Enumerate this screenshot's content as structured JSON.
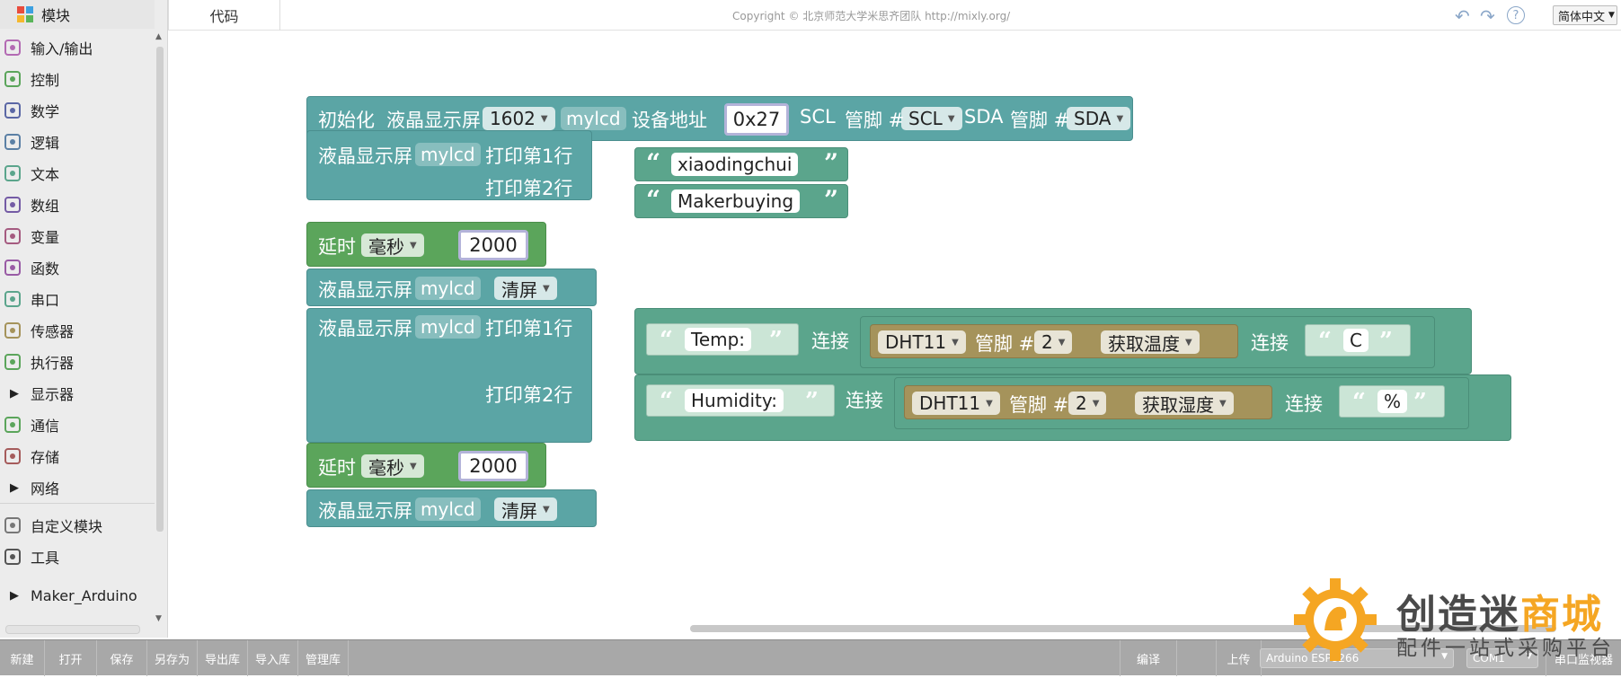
{
  "topbar": {
    "code_tab": "代码",
    "copyright": "Copyright © 北京师范大学米思齐团队 http://mixly.org/",
    "language": "简体中文"
  },
  "sidebar": {
    "title": "模块",
    "items": [
      {
        "label": "输入/输出",
        "icon": "io-icon",
        "color": "#b36ab3"
      },
      {
        "label": "控制",
        "icon": "control-icon",
        "color": "#5ba55b"
      },
      {
        "label": "数学",
        "icon": "math-icon",
        "color": "#5b67a5"
      },
      {
        "label": "逻辑",
        "icon": "logic-icon",
        "color": "#5b80a5"
      },
      {
        "label": "文本",
        "icon": "text-icon",
        "color": "#5ba58c"
      },
      {
        "label": "数组",
        "icon": "array-icon",
        "color": "#745ba5"
      },
      {
        "label": "变量",
        "icon": "variable-icon",
        "color": "#a55b80"
      },
      {
        "label": "函数",
        "icon": "function-icon",
        "color": "#995ba5"
      },
      {
        "label": "串口",
        "icon": "serial-icon",
        "color": "#5ba58c"
      },
      {
        "label": "传感器",
        "icon": "sensor-icon",
        "color": "#a5935b"
      },
      {
        "label": "执行器",
        "icon": "actuator-icon",
        "color": "#5ba55b"
      },
      {
        "label": "显示器",
        "icon": "expand-icon",
        "color": "#222222"
      },
      {
        "label": "通信",
        "icon": "comm-icon",
        "color": "#5ba55b"
      },
      {
        "label": "存储",
        "icon": "storage-icon",
        "color": "#a55b5b"
      },
      {
        "label": "网络",
        "icon": "expand-icon",
        "color": "#222222"
      },
      {
        "label": "自定义模块",
        "icon": "custom-icon",
        "color": "#777777"
      },
      {
        "label": "工具",
        "icon": "tools-icon",
        "color": "#555555"
      },
      {
        "label": "Maker_Arduino",
        "icon": "expand-icon",
        "color": "#222222"
      }
    ]
  },
  "blocks": {
    "init": {
      "label1": "初始化",
      "label2": "液晶显示屏",
      "model": "1602",
      "name": "mylcd",
      "addr_label": "设备地址",
      "addr": "0x27",
      "scl": "SCL",
      "pin_label": "管脚 #",
      "scl_val": "SCL",
      "sda": "SDA",
      "sda_val": "SDA"
    },
    "print1": {
      "label": "液晶显示屏",
      "name": "mylcd",
      "row1": "打印第1行",
      "row2": "打印第2行",
      "text1": "xiaodingchui",
      "text2": "Makerbuying"
    },
    "delay1": {
      "label": "延时",
      "unit": "毫秒",
      "value": "2000"
    },
    "clear1": {
      "label": "液晶显示屏",
      "name": "mylcd",
      "action": "清屏"
    },
    "print2": {
      "label": "液晶显示屏",
      "name": "mylcd",
      "row1": "打印第1行",
      "row2": "打印第2行",
      "concat": "连接",
      "line1": {
        "text": "Temp:",
        "sensor": "DHT11",
        "pin_label": "管脚 #",
        "pin": "2",
        "op": "获取温度",
        "suffix": "C"
      },
      "line2": {
        "text": "Humidity:",
        "sensor": "DHT11",
        "pin_label": "管脚 #",
        "pin": "2",
        "op": "获取湿度",
        "suffix": "%"
      }
    },
    "delay2": {
      "label": "延时",
      "unit": "毫秒",
      "value": "2000"
    },
    "clear2": {
      "label": "液晶显示屏",
      "name": "mylcd",
      "action": "清屏"
    }
  },
  "bottombar": {
    "new": "新建",
    "open": "打开",
    "save": "保存",
    "save_as": "另存为",
    "export_lib": "导出库",
    "import_lib": "导入库",
    "manage_lib": "管理库",
    "compile": "编译",
    "upload": "上传",
    "board": "Arduino ESP8266",
    "port": "COM1",
    "serial_monitor": "串口监视器"
  },
  "watermark": {
    "brand_dark": "创造迷",
    "brand_highlight": "商城",
    "tagline": "配件一站式采购平台"
  },
  "colors": {
    "lcd_block": "#5ba5a5",
    "control_block": "#5ba55b",
    "text_block": "#5ba58c",
    "sensor_block": "#a5935b",
    "bottombar": "#a8a8a8",
    "watermark_orange": "#f5a623"
  }
}
